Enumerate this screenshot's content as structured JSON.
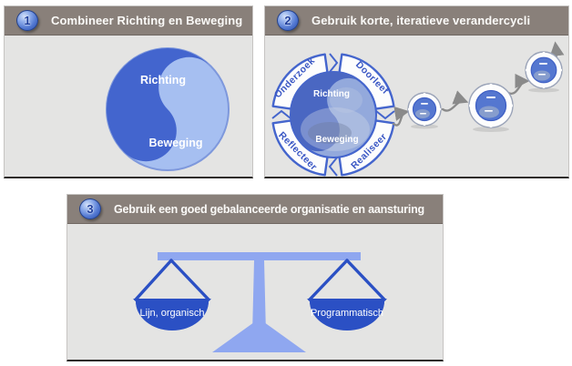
{
  "panel1": {
    "number": "1",
    "title": "Combineer Richting en Beweging",
    "circle": {
      "top": "Richting",
      "bottom": "Beweging"
    }
  },
  "panel2": {
    "number": "2",
    "title": "Gebruik korte, iteratieve verandercycli",
    "ring": {
      "top_left": "Onderzoek",
      "top_right": "Doorleef",
      "bottom_left": "Reflecteer",
      "bottom_right": "Realiseer"
    },
    "inner": {
      "top": "Richting",
      "bottom": "Beweging"
    }
  },
  "panel3": {
    "number": "3",
    "title": "Gebruik een goed gebalanceerde organisatie en aansturing",
    "balance": {
      "left": "Lijn, organisch",
      "right": "Programmatisch"
    }
  },
  "colors": {
    "header_bg": "#89807a",
    "panel_bg": "#e4e4e3",
    "dark_blue": "#4365ce",
    "light_blue": "#a6bff1",
    "ring_blue": "#4465cd",
    "ring_label_blue": "#3a57c4",
    "pan_blue": "#2b50c4",
    "beam_blue": "#8fa7f0",
    "arrow_gray": "#8a8a8a",
    "badge_digit_blue": "#1e3e9c"
  }
}
